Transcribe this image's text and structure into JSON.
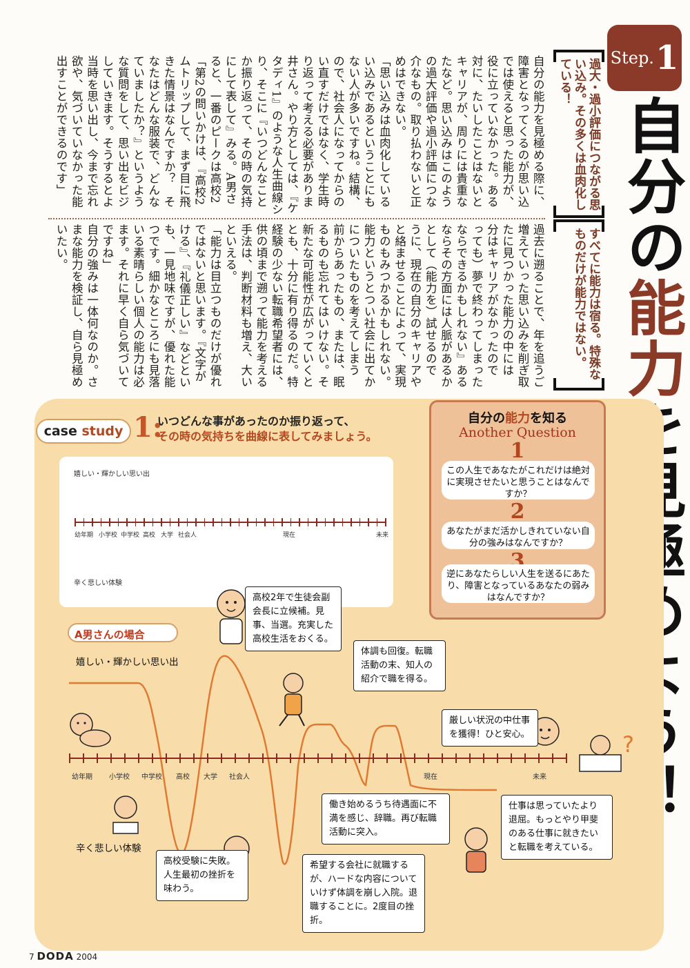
{
  "body_columns": {
    "upper": [
      "自分の能力を見極める際に、大きな",
      "障害となってくるのが思い込み。自分",
      "では使えると思った能力が、実際には",
      "役に立っていなかった。あるいはその反",
      "対に、たいしたことはないと思っていた",
      "キャリアが、周りには貴重なものだっ",
      "たなど。思い込みはこのように、能力",
      "の過大評価や過小評価につながる、厄",
      "介なもの。取り払わないと正しい見極",
      "めはできない。",
      "「思い込みは血肉化しているので、思",
      "い込みであるということにも気づいてい",
      "ない人が多いですね。結構、根が深い",
      "ので、社会人になってからの履歴を洗",
      "い直すだけではなく、学生時代まで振",
      "り返って考える必要があります」と浅",
      "井さん。やり方としては、『ケースス",
      "タディ1』のような人生曲線シートを作",
      "り、そこに『いつどんなことがあったの",
      "か振り返って、その時の気持ちを曲線",
      "にして表して』みる。A男さんを例に取",
      "ると、一番のピークは高校2年。",
      "「第2の問いかけは、『高校2年にタイ",
      "ムトリップして、まず目に飛び込んで",
      "きた情景はなんですか？　その時、あ",
      "なたはどんな服装で、どんな表情をし",
      "ていましたか？』というように、具体的",
      "な質問をして、思い出をビジュアル化",
      "していきます。そうするとよりリアルに",
      "当時を思い出し、今まで忘れていた意",
      "欲や、気づいていなかった能力を引き",
      "出すことができるのです」"
    ],
    "lower": [
      "過去に遡ることで、年を追うごとに",
      "増えていった思い込みを削ぎ取る。新",
      "たに見つかった能力の中には『当時の自",
      "分はキャリアがなかったので（能力があ",
      "っても）夢で終わってしまったが、今な",
      "ならできるかもしれない』あるいは、『今",
      "ならその方面には人脈があるから、仕事",
      "として（能力を）試せるのでは』というよ",
      "うに、現在の自分のキャリアやスキル",
      "と絡ませることによって、実現可能な",
      "ものもみつかるかもしれない。",
      "能力というとつい社会に出てから身",
      "についたものを考えてしまうが、それ以",
      "前からあったもの、または、眠ってい",
      "るものも忘れてはいけない。その中から",
      "新たな可能性が広がっていくというこ",
      "とも、十分に有り得るのだ。特に社会",
      "経験の少ない転職希望者には、この子",
      "供の頃まで遡って能力を考えるという",
      "手法は、判断材料も増え、大いに有効",
      "といえる。",
      "「能力は目立つものだけが優れたもの",
      "ではないと思います。『文字が綺麗に書",
      "ける』、『礼儀正しい』などということ",
      "も、一見地味ですが、優れた能力の一",
      "つです。細かなところにも見落として",
      "いる素晴らしい個人の能力は必ずあり",
      "ます。それに早く自ら気づいて欲しい",
      "ですね」",
      "自分の強みは一体何なのか。さまざ",
      "まな能力を検証し、自ら見極めてもら",
      "いたい。"
    ]
  },
  "step": {
    "label": "Step.",
    "number": "1"
  },
  "headline": {
    "pre": "自分の",
    "accent": "能力",
    "post": "を見極めよう！"
  },
  "callouts": [
    "過大・過小評価につながる思い込み。その多くは血肉化している！",
    "すべてに能力は宿る。特殊なものだけが能力ではない。"
  ],
  "case_study": {
    "pill_label_1": "case ",
    "pill_label_2": "study",
    "number": "1",
    "sep": ":",
    "title_line1": "いつどんな事があったのか振り返って、",
    "title_line2": "その時の気持ちを曲線に表してみましょう。"
  },
  "timeline_small": {
    "top_label": "嬉しい・輝かしい思い出",
    "bottom_label": "辛く悲しい体験",
    "stages": [
      "幼年期",
      "小学校",
      "中学校",
      "高校",
      "大学",
      "社会人",
      "現在",
      "未来"
    ]
  },
  "another_question": {
    "title_pre": "自分の",
    "title_accent": "能力",
    "title_post": "を知る",
    "subtitle": "Another Question",
    "questions": [
      {
        "num": "1",
        "text": "この人生であなたがこれだけは絶対に実現させたいと思うことはなんですか？"
      },
      {
        "num": "2",
        "text": "あなたがまだ活かしきれていない自分の強みはなんですか？"
      },
      {
        "num": "3",
        "text": "逆にあなたらしい人生を送るにあたり、障害となっているあなたの弱みはなんですか？"
      }
    ]
  },
  "example": {
    "section_label": "A男さんの場合",
    "top_label": "嬉しい・輝かしい思い出",
    "bottom_label": "辛く悲しい体験",
    "stages": [
      "幼年期",
      "小学校",
      "中学校",
      "高校",
      "大学",
      "社会人",
      "現在",
      "未来"
    ],
    "question_mark": "?",
    "bubbles": [
      "高校2年で生徒会副会長に立候補。見事、当選。充実した高校生活をおくる。",
      "体調も回復。転職活動の末、知人の紹介で職を得る。",
      "厳しい状況の中仕事を獲得！ひと安心。",
      "仕事は思っていたより退屈。もっとやり甲斐のある仕事に就きたいと転職を考えている。",
      "働き始めるうち待遇面に不満を感じ、辞職。再び転職活動に突入。",
      "希望する会社に就職するが、ハードな内容についていけず体調を崩し入院。退職することに。2度目の挫折。",
      "高校受験に失敗。人生最初の挫折を味わう。"
    ]
  },
  "footer": {
    "page": "7",
    "brand": "DODA",
    "year": "2004"
  }
}
